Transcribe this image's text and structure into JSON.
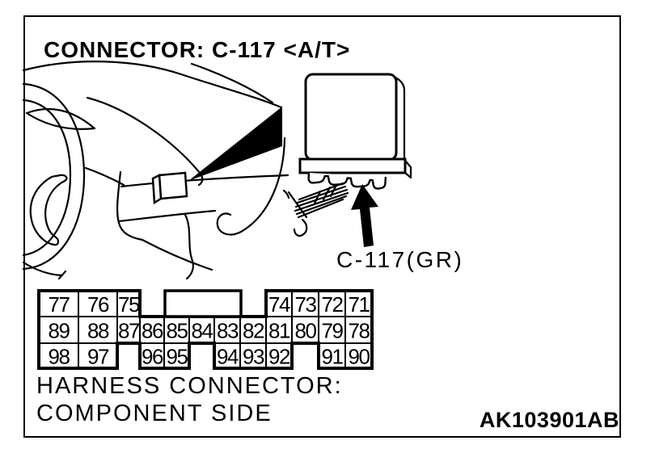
{
  "title": "CONNECTOR: C-117 <A/T>",
  "colors": {
    "ink": "#000000",
    "paper": "#ffffff"
  },
  "annotations": {
    "connector_label": "C-117(GR)",
    "harness_label_line1": "HARNESS CONNECTOR:",
    "harness_label_line2": "COMPONENT SIDE",
    "figure_code": "AK103901AB"
  },
  "icons": [
    "callout-triangle-icon",
    "up-arrow-icon"
  ],
  "pin_table": {
    "rows": [
      {
        "cells": [
          {
            "pin": "77",
            "col": 0
          },
          {
            "pin": "76",
            "col": 1
          },
          {
            "pin": "75",
            "col": 2
          },
          {
            "pin": "74",
            "col": 8
          },
          {
            "pin": "73",
            "col": 9
          },
          {
            "pin": "72",
            "col": 10
          },
          {
            "pin": "71",
            "col": 11
          }
        ]
      },
      {
        "cells": [
          {
            "pin": "89",
            "col": 0
          },
          {
            "pin": "88",
            "col": 1
          },
          {
            "pin": "87",
            "col": 2
          },
          {
            "pin": "86",
            "col": 3
          },
          {
            "pin": "85",
            "col": 4
          },
          {
            "pin": "84",
            "col": 5
          },
          {
            "pin": "83",
            "col": 6
          },
          {
            "pin": "82",
            "col": 7
          },
          {
            "pin": "81",
            "col": 8
          },
          {
            "pin": "80",
            "col": 9
          },
          {
            "pin": "79",
            "col": 10
          },
          {
            "pin": "78",
            "col": 11
          }
        ]
      },
      {
        "cells": [
          {
            "pin": "98",
            "col": 0
          },
          {
            "pin": "97",
            "col": 1
          },
          {
            "pin": "96",
            "col": 3
          },
          {
            "pin": "95",
            "col": 4
          },
          {
            "pin": "94",
            "col": 6
          },
          {
            "pin": "93",
            "col": 7
          },
          {
            "pin": "92",
            "col": 8
          },
          {
            "pin": "91",
            "col": 10
          },
          {
            "pin": "90",
            "col": 11
          }
        ]
      }
    ]
  }
}
